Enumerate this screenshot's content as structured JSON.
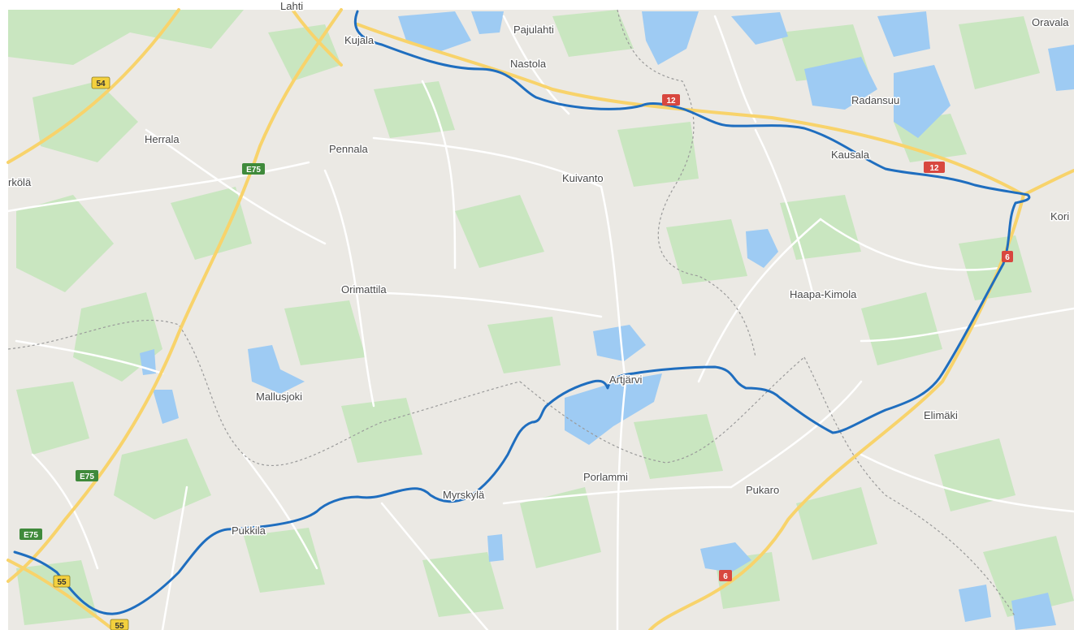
{
  "colors": {
    "land": "#ebe9e4",
    "forest": "#c9e6c0",
    "water": "#9ecbf3",
    "minor_road": "#ffffff",
    "highway": "#f8d36b",
    "route": "#1f6ebf",
    "border": "#9a9a9a",
    "shield_green": "#3f8a3b",
    "shield_yellow": "#f3d03e",
    "shield_red": "#d8473f",
    "label": "#4a4a4a"
  },
  "places": {
    "lahti": "Lahti",
    "kujala": "Kujala",
    "pajulahti": "Pajulahti",
    "nastola": "Nastola",
    "oravala": "Oravala",
    "radansuu": "Radansuu",
    "herrala": "Herrala",
    "pennala": "Pennala",
    "kuivanto": "Kuivanto",
    "kausala": "Kausala",
    "korkola": "rkölä",
    "kori": "Kori",
    "orimattila": "Orimattila",
    "haapa_kimola": "Haapa-Kimola",
    "artjarvi": "Artjärvi",
    "mallusjoki": "Mallusjoki",
    "elimaki": "Elimäki",
    "porlammi": "Porlammi",
    "myrskyla": "Myrskylä",
    "pukaro": "Pukaro",
    "pukkila": "Pukkila"
  },
  "shields": {
    "r54": "54",
    "e75_a": "E75",
    "e75_b": "E75",
    "e75_c": "E75",
    "r12_a": "12",
    "r12_b": "12",
    "r6_a": "6",
    "r6_b": "6",
    "r55_a": "55",
    "r55_b": "55"
  }
}
